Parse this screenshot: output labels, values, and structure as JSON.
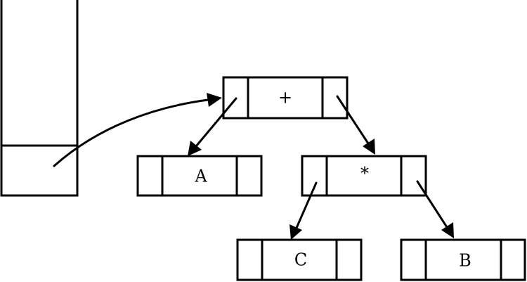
{
  "diagram": {
    "type": "binary-expression-tree",
    "nodes": [
      {
        "id": "root",
        "label": "+"
      },
      {
        "id": "left",
        "label": "A"
      },
      {
        "id": "right",
        "label": "*"
      },
      {
        "id": "right-left",
        "label": "C"
      },
      {
        "id": "right-right",
        "label": "B"
      }
    ],
    "edges": [
      {
        "from": "stack-slot",
        "to": "root"
      },
      {
        "from": "root",
        "to": "left"
      },
      {
        "from": "root",
        "to": "right"
      },
      {
        "from": "right",
        "to": "right-left"
      },
      {
        "from": "right",
        "to": "right-right"
      }
    ]
  }
}
